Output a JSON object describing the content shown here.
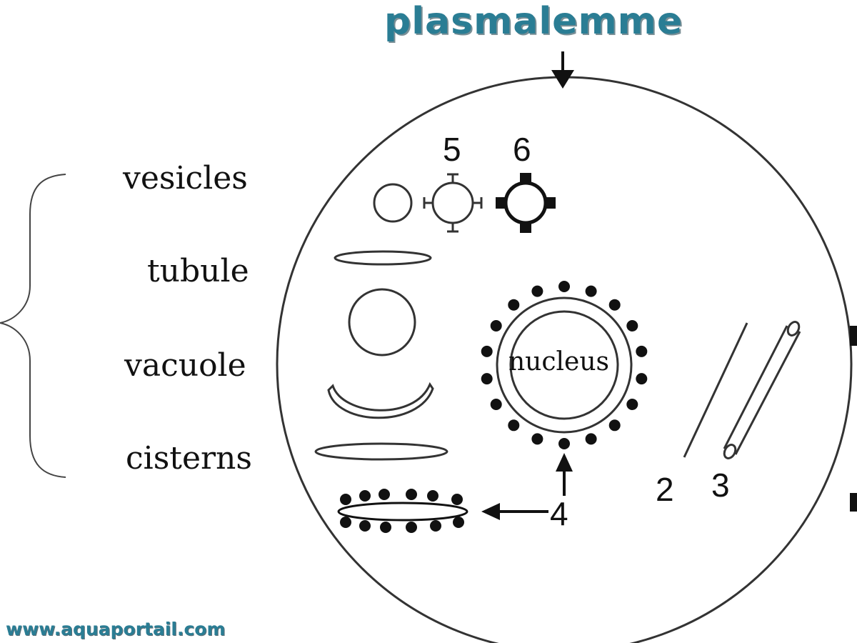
{
  "title": "plasmalemme",
  "side_labels": {
    "vesicles": "vesicles",
    "tubule": "tubule",
    "vacuole": "vacuole",
    "cisterns": "cisterns"
  },
  "numbers": {
    "n2": "2",
    "n3": "3",
    "n4": "4",
    "n5": "5",
    "n6": "6"
  },
  "nucleus_label": "nucleus",
  "website": "www.aquaportail.com",
  "colors": {
    "title": "#2a7d94",
    "ink": "#111111"
  }
}
